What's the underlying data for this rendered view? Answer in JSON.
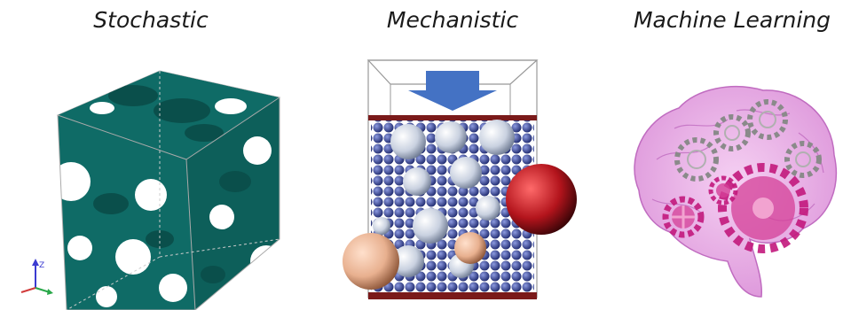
{
  "panels": [
    {
      "title": "Stochastic"
    },
    {
      "title": "Mechanistic"
    },
    {
      "title": "Machine Learning"
    }
  ],
  "axis_triad": {
    "z_label": "Z"
  },
  "colors": {
    "stochastic_fill": "#0f6b66",
    "stochastic_shade": "#0a4f4b",
    "particle_small": "#3b4a9e",
    "particle_large": "#c9d1e0",
    "particle_red": "#b3141c",
    "particle_peach": "#e8b08f",
    "arrow_blue": "#4472c4",
    "container_base": "#7a1a1a",
    "brain_pink": "#d98ad6",
    "gear_magenta": "#c2187c",
    "gear_gray": "#8a8a8a"
  }
}
